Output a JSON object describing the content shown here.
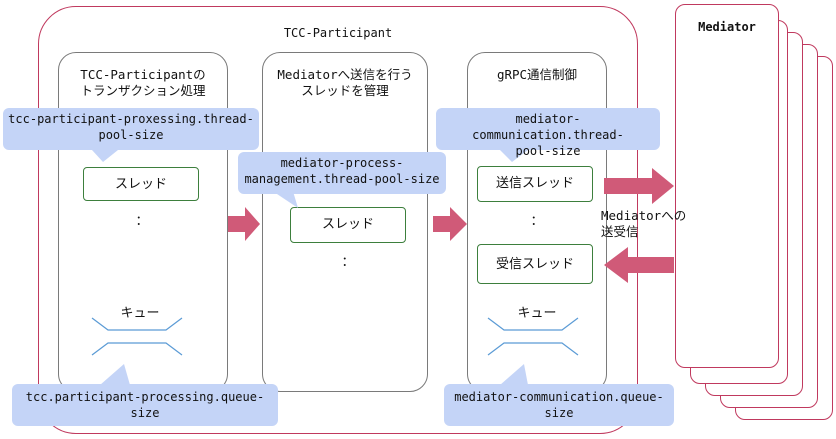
{
  "outer": {
    "title": "TCC-Participant"
  },
  "panels": [
    {
      "title_line1": "TCC-Participantの",
      "title_line2": "トランザクション処理",
      "thread": "スレッド",
      "dots": "：",
      "queue": "キュー"
    },
    {
      "title_line1": "Mediatorへ送信を行う",
      "title_line2": "スレッドを管理",
      "thread": "スレッド",
      "dots": "："
    },
    {
      "title": "gRPC通信制御",
      "thread_send": "送信スレッド",
      "dots": "：",
      "thread_recv": "受信スレッド",
      "queue": "キュー"
    }
  ],
  "notes": {
    "tcc_thread_pool_line1": "tcc-participant-proxessing.thread-",
    "tcc_thread_pool_line2": "pool-size",
    "mediator_process_line1": "mediator-process-",
    "mediator_process_line2": "management.thread-pool-size",
    "mediator_comm_thread_line1": "mediator-communication.thread-",
    "mediator_comm_thread_line2": "pool-size",
    "tcc_queue_line1": "tcc.participant-processing.queue-",
    "tcc_queue_line2": "size",
    "mediator_comm_queue_line1": "mediator-communication.queue-",
    "mediator_comm_queue_line2": "size"
  },
  "mediator": {
    "title": "Mediator",
    "label_line1": "Mediatorへの",
    "label_line2": "送受信"
  },
  "colors": {
    "accent": "#c0395e",
    "arrow": "#d05a78",
    "note": "#c4d4f7",
    "thread_border": "#3d7f3d",
    "queue_line": "#5b9bd5"
  }
}
